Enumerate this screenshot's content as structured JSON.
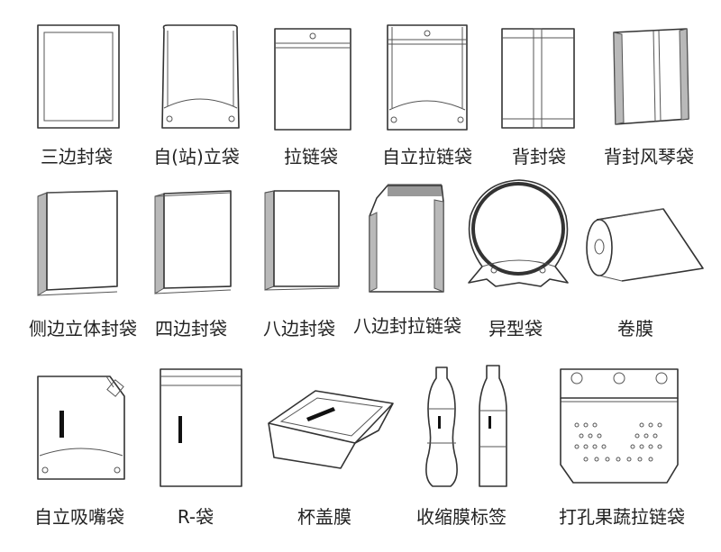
{
  "items": [
    {
      "label": "三边封袋"
    },
    {
      "label": "自(站)立袋"
    },
    {
      "label": "拉链袋"
    },
    {
      "label": "自立拉链袋"
    },
    {
      "label": "背封袋"
    },
    {
      "label": "背封风琴袋"
    },
    {
      "label": "侧边立体封袋"
    },
    {
      "label": "四边封袋"
    },
    {
      "label": "八边封袋"
    },
    {
      "label": "八边封拉链袋"
    },
    {
      "label": "异型袋"
    },
    {
      "label": "卷膜"
    },
    {
      "label": "自立吸嘴袋"
    },
    {
      "label": "R-袋"
    },
    {
      "label": "杯盖膜"
    },
    {
      "label": "收缩膜标签"
    },
    {
      "label": "打孔果蔬拉链袋"
    }
  ],
  "colors": {
    "line": "#333333",
    "shade": "#b9b9b9",
    "text": "#222222"
  }
}
